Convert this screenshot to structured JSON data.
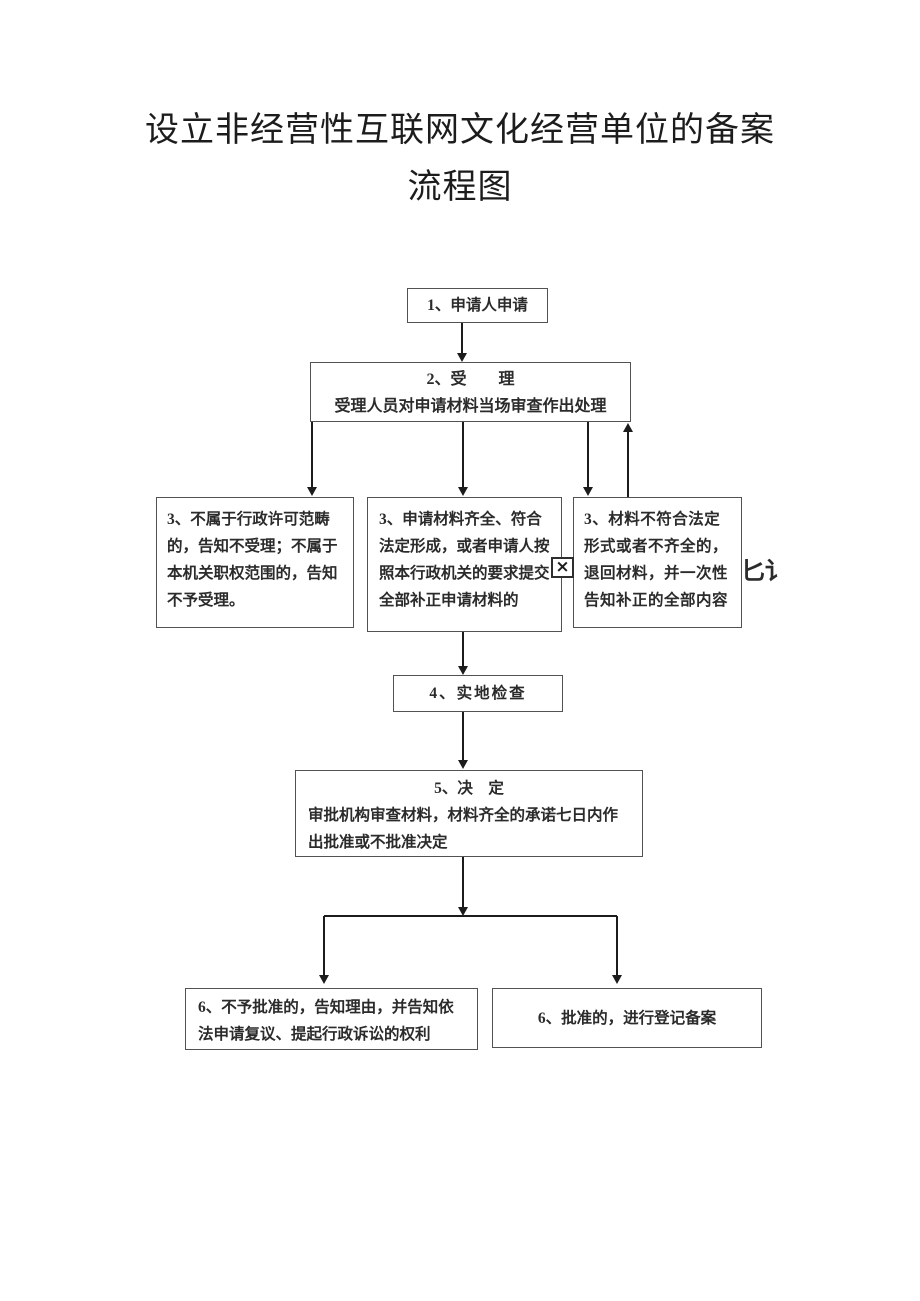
{
  "page": {
    "title_line1": "设立非经营性互联网文化经营单位的备案",
    "title_line2": "流程图"
  },
  "flow": {
    "step1": {
      "label": "1、申请人申请"
    },
    "step2": {
      "title": "2、受　　理",
      "desc": "受理人员对申请材料当场审查作出处理"
    },
    "branch_left": {
      "text": "3、不属于行政许可范畴的，告知不受理；不属于本机关职权范围的，告知不予受理。"
    },
    "branch_middle": {
      "text": "3、申请材料齐全、符合法定形成，或者申请人按照本行政机关的要求提交全部补正申请材料的"
    },
    "branch_right": {
      "text": "3、材料不符合法定形式或者不齐全的，退回材料，并一次性告知补正的全部内容"
    },
    "step4": {
      "label": "4、实地检查"
    },
    "step5": {
      "title": "5、决　定",
      "desc": "审批机构审查材料，材料齐全的承诺七日内作出批准或不批准决定"
    },
    "result_left": {
      "text": "6、不予批准的，告知理由，并告知依法申请复议、提起行政诉讼的权利"
    },
    "result_right": {
      "text": "6、批准的，进行登记备案"
    },
    "broken_image_marker": "×",
    "clipped_fragment": "匕讠"
  },
  "colors": {
    "background": "#ffffff",
    "box_border": "#525252",
    "connector": "#1c1c1c",
    "text": "#2b2b2b"
  }
}
